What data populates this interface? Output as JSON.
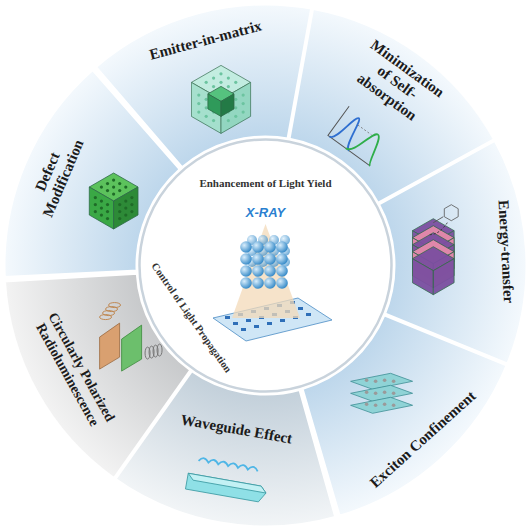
{
  "diagram": {
    "nodes": [
      {
        "text": [
          "Emitter-in-matrix"
        ]
      },
      {
        "text": [
          "Minimization of Self-absorption"
        ]
      },
      {
        "text": [
          "Energy-transfer"
        ]
      },
      {
        "text": [
          "Exciton Confinement"
        ]
      },
      {
        "text": [
          "Waveguide Effect"
        ]
      },
      {
        "text": [
          "Circularly Polarized Radioluminescence"
        ]
      },
      {
        "text": [
          "Defect Modification"
        ]
      }
    ],
    "labels": [
      "X-RAY",
      "Enhancement of Light Yield",
      "Control of Light Propagation"
    ]
  }
}
